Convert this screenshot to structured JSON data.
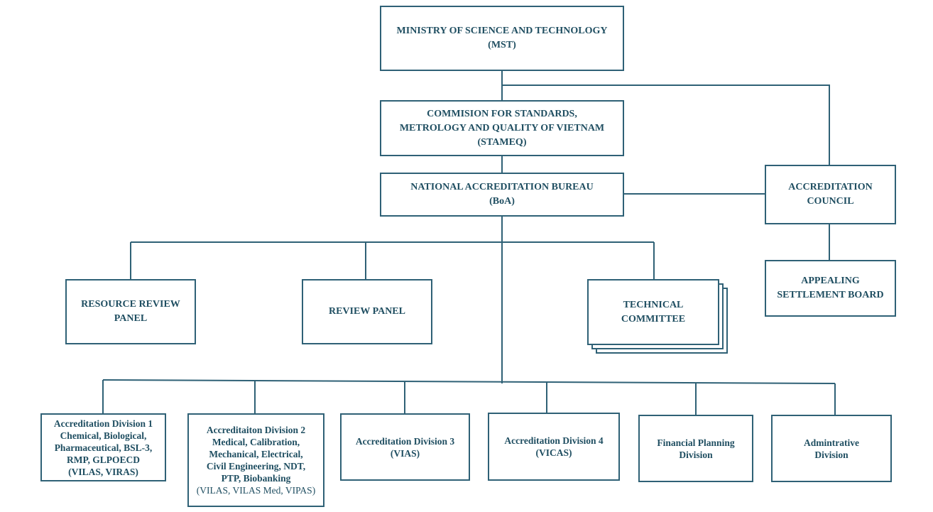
{
  "colors": {
    "line": "#2f6176",
    "text": "#1f4e61"
  },
  "nodes": {
    "mst": {
      "lines": [
        "MINISTRY OF SCIENCE AND TECHNOLOGY",
        "(MST)"
      ]
    },
    "stameq": {
      "lines": [
        "COMMISION FOR STANDARDS,",
        "METROLOGY AND QUALITY OF VIETNAM",
        "(STAMEQ)"
      ]
    },
    "boa": {
      "lines": [
        "NATIONAL ACCREDITATION BUREAU",
        "(BoA)"
      ]
    },
    "council": {
      "lines": [
        "ACCREDITATION",
        "COUNCIL"
      ]
    },
    "appeal": {
      "lines": [
        "APPEALING",
        "SETTLEMENT BOARD"
      ]
    },
    "resource": {
      "lines": [
        "RESOURCE REVIEW",
        "PANEL"
      ]
    },
    "review": {
      "lines": [
        "REVIEW PANEL"
      ]
    },
    "technical": {
      "lines": [
        "TECHNICAL",
        "COMMITTEE"
      ]
    },
    "div1": {
      "lines": [
        "Accreditation Division 1",
        "Chemical, Biological,",
        "Pharmaceutical, BSL-3,",
        "RMP, GLPOECD",
        "(VILAS, VIRAS)"
      ]
    },
    "div2": {
      "lines": [
        "Accreditaiton Division 2",
        "Medical, Calibration,",
        "Mechanical, Electrical,",
        "Civil Engineering, NDT,",
        "PTP, Biobanking"
      ],
      "note": "(VILAS, VILAS Med, VIPAS)"
    },
    "div3": {
      "lines": [
        "Accreditation Division 3",
        "(VIAS)"
      ]
    },
    "div4": {
      "lines": [
        "Accreditation Division 4",
        "(VICAS)"
      ]
    },
    "finance": {
      "lines": [
        "Financial Planning",
        "Division"
      ]
    },
    "admin": {
      "lines": [
        "Admintrative",
        "Division"
      ]
    }
  }
}
